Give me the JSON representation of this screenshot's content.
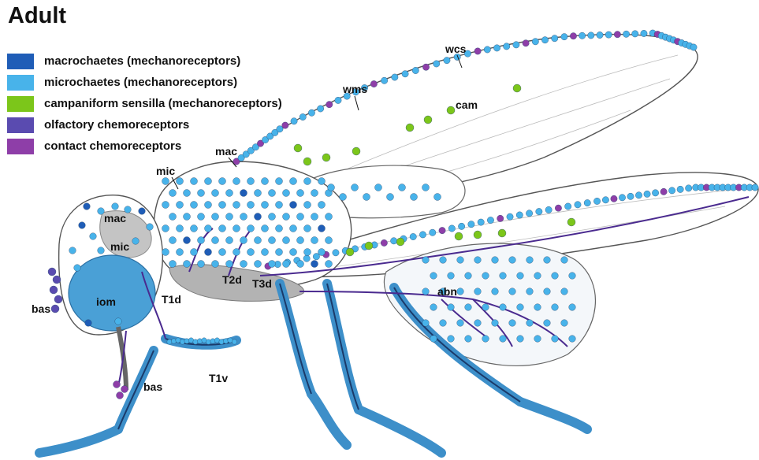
{
  "title": "Adult",
  "colors": {
    "macrochaetes": "#1f5db7",
    "microchaetes": "#48b3ea",
    "campaniform": "#7cc61a",
    "olfactory": "#5a4bb0",
    "contact": "#8e3ea8",
    "nerve": "#4a2a8f",
    "ganglion": "#b3b3b3"
  },
  "legend": [
    {
      "label": "macrochaetes (mechanoreceptors)",
      "color_key": "macrochaetes"
    },
    {
      "label": "microchaetes (mechanoreceptors)",
      "color_key": "microchaetes"
    },
    {
      "label": "campaniform sensilla (mechanoreceptors)",
      "color_key": "campaniform"
    },
    {
      "label": "olfactory chemoreceptors",
      "color_key": "olfactory"
    },
    {
      "label": "contact chemoreceptors",
      "color_key": "contact"
    }
  ],
  "labels": {
    "wcs": "wcs",
    "wms": "wms",
    "cam": "cam",
    "mac_thorax": "mac",
    "mic_thorax": "mic",
    "mac_head": "mac",
    "mic_head": "mic",
    "bas_head": "bas",
    "iom": "iom",
    "t1d": "T1d",
    "t2d": "T2d",
    "t3d": "T3d",
    "abn": "abn",
    "bas_leg": "bas",
    "t1v": "T1v"
  }
}
